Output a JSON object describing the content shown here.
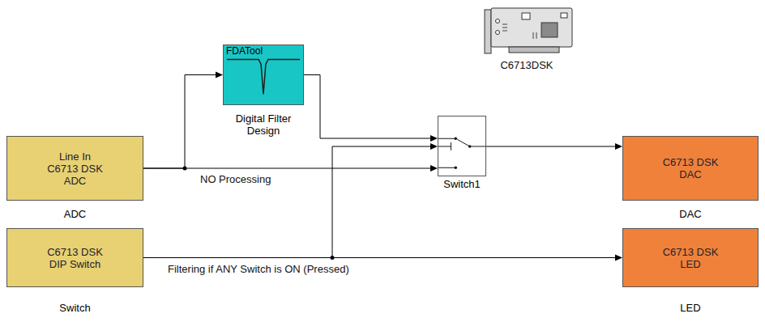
{
  "diagram": {
    "nodes": [
      {
        "text": [
          "Line In C6713 DSK ADC",
          "ADC"
        ]
      },
      {
        "text": [
          "FDATool",
          "Digital Filter Design"
        ]
      },
      {
        "text": [
          "Switch1"
        ]
      },
      {
        "text": [
          "C6713 DSK DAC",
          "DAC"
        ]
      },
      {
        "text": [
          "C6713 DSK DIP Switch",
          "Switch"
        ]
      },
      {
        "text": [
          "C6713 DSK LED",
          "LED"
        ]
      }
    ],
    "edges": [
      {
        "from": 0,
        "to": 1,
        "arrow": "to"
      },
      {
        "from": 0,
        "to": 2,
        "label": "NO Processing",
        "arrow": "to"
      },
      {
        "from": 1,
        "to": 2,
        "arrow": "to"
      },
      {
        "from": 2,
        "to": 3,
        "arrow": "to"
      },
      {
        "from": 4,
        "to": 2,
        "arrow": "to"
      },
      {
        "from": 4,
        "to": 5,
        "label": "Filtering if ANY Switch is ON (Pressed)",
        "arrow": "to"
      }
    ],
    "labels": [
      "C6713DSK"
    ]
  }
}
